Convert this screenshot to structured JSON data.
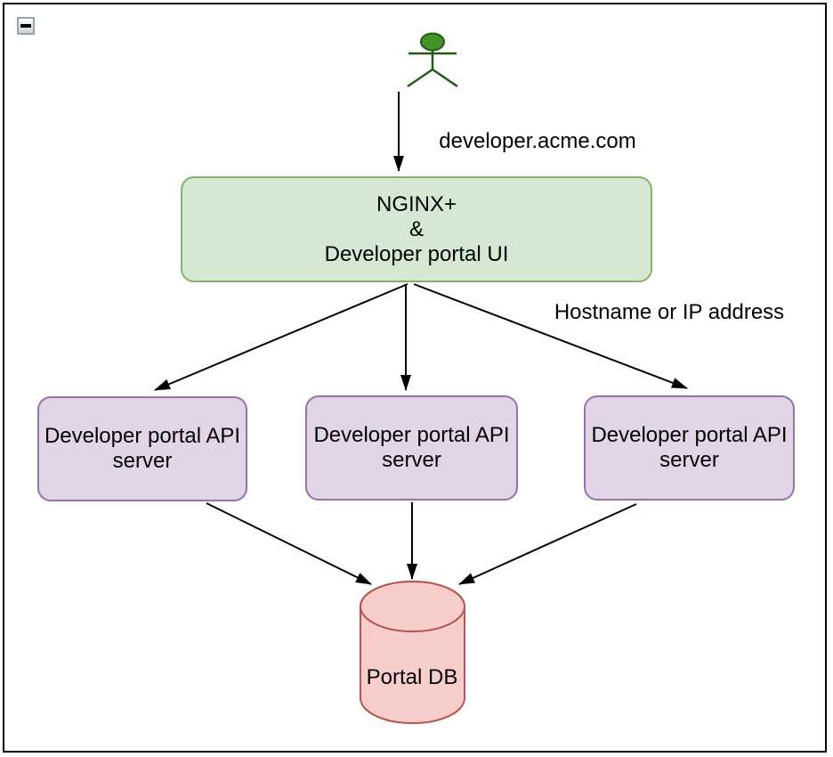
{
  "window": {
    "collapse_icon": "minus-square"
  },
  "diagram": {
    "labels": {
      "request_host": "developer.acme.com",
      "routing": "Hostname or IP address"
    },
    "nodes": {
      "gateway": {
        "lines": [
          "NGINX+",
          "&",
          "Developer portal UI"
        ]
      },
      "api_servers": [
        {
          "label": "Developer portal API server"
        },
        {
          "label": "Developer portal API server"
        },
        {
          "label": "Developer portal API server"
        }
      ],
      "database": {
        "label": "Portal DB"
      },
      "actor": {
        "icon": "stick-figure-user"
      }
    }
  },
  "colors": {
    "gateway-fill": "#d5e8d4",
    "gateway-stroke": "#82b366",
    "server-fill": "#e1d5e7",
    "server-stroke": "#9673a6",
    "db-fill": "#f8cecc",
    "db-stroke": "#b85450",
    "actor-fill": "#429329",
    "actor-stroke": "#1f5b13",
    "arrow": "#000000"
  }
}
